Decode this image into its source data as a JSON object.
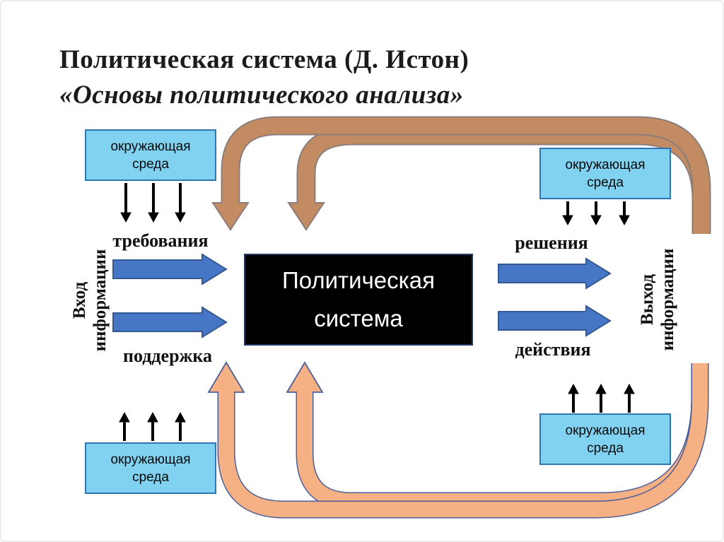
{
  "slide": {
    "title_line1": "Политическая система (Д. Истон)",
    "title_line2": "«Основы политического анализа»",
    "center_box": {
      "line1": "Политическая",
      "line2": "система"
    },
    "env_box": {
      "line1": "окружающая",
      "line2": "среда"
    },
    "input": {
      "label_top": "требования",
      "label_bottom": "поддержка",
      "axis_line1": "Вход",
      "axis_line2": "информации"
    },
    "output": {
      "label_top": "решения",
      "label_bottom": "действия",
      "axis_line1": "Выход",
      "axis_line2": "информации"
    },
    "colors": {
      "env_box_fill": "#80d2f0",
      "env_box_border": "#2e75b6",
      "center_box_fill": "#000000",
      "center_box_border": "#1f3b66",
      "flow_arrow_fill": "#4577c6",
      "flow_arrow_border": "#35598f",
      "feedback_top_fill": "#c28b61",
      "feedback_top_border": "#8b7d7b",
      "feedback_bottom_fill": "#f5b183",
      "feedback_bottom_border": "#4a5e99",
      "small_arrow": "#000000",
      "title_text": "#1b1b1b"
    }
  }
}
